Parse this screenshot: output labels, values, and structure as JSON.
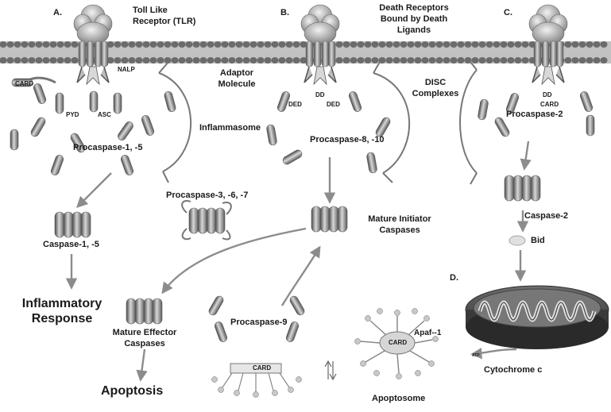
{
  "panels": {
    "a": "A.",
    "b": "B.",
    "c": "C.",
    "d": "D."
  },
  "tlr": {
    "line1": "Toll Like",
    "line2": "Receptor (TLR)"
  },
  "death_receptors": {
    "line1": "Death Receptors",
    "line2": "Bound by Death",
    "line3": "Ligands"
  },
  "adaptor": {
    "line1": "Adaptor",
    "line2": "Molecule"
  },
  "disc": {
    "line1": "DISC",
    "line2": "Complexes"
  },
  "domains": {
    "card": "CARD",
    "nalp": "NALP",
    "pyd": "PYD",
    "asc": "ASC",
    "dd": "DD",
    "ded": "DED",
    "card_c": "CARD",
    "dd_c": "DD",
    "card_procasp9": "CARD",
    "card_apoptosome": "CARD",
    "atp": "ATP"
  },
  "inflammasome": "Inflammasome",
  "procaspase_1_5": "Procaspase-1, -5",
  "procaspase_8_10": "Procaspase-8, -10",
  "procaspase_2": "Procaspase-2",
  "procaspase_3_6_7": "Procaspase-3, -6, -7",
  "caspase_1_5": "Caspase-1, -5",
  "caspase_2": "Caspase-2",
  "bid": "Bid",
  "mature_initiator": {
    "line1": "Mature Initiator",
    "line2": "Caspases"
  },
  "mature_effector": {
    "line1": "Mature Effector",
    "line2": "Caspases"
  },
  "inflammatory": {
    "line1": "Inflammatory",
    "line2": "Response"
  },
  "apoptosis": "Apoptosis",
  "procaspase_9": "Procaspase-9",
  "apaf1": "Apaf--1",
  "apoptosome": "Apoptosome",
  "cytochrome_c": "Cytochrome c",
  "colors": {
    "membrane_head": "#6b6b6b",
    "membrane_tail": "#b0b0b0",
    "protein": "#9a9a9a",
    "arrow": "#8c8c8c",
    "text": "#1a1a1a"
  }
}
